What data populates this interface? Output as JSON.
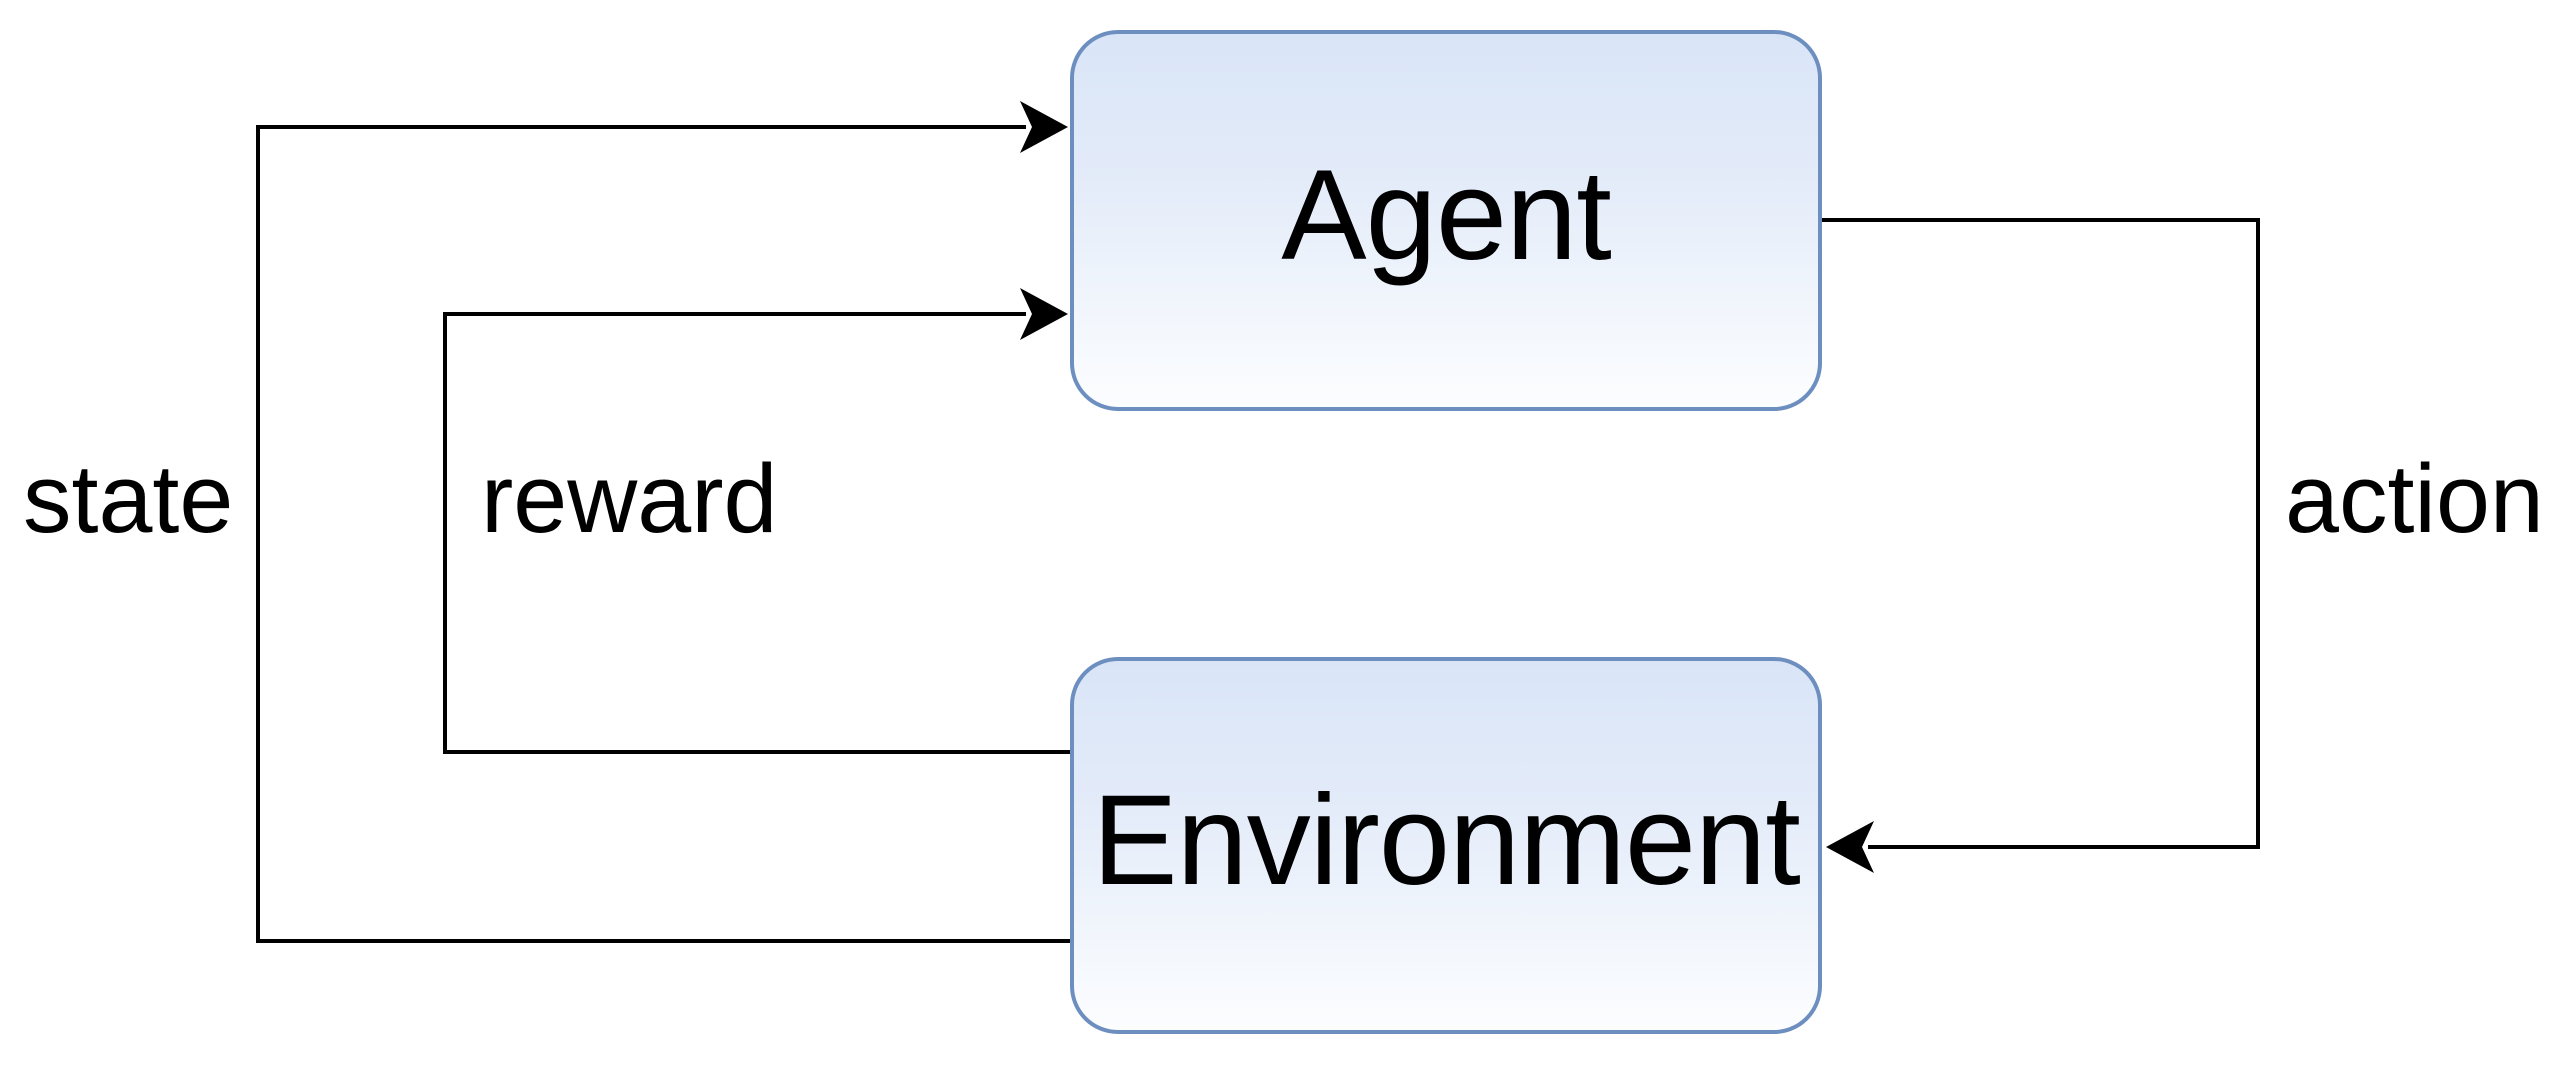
{
  "diagram": {
    "type": "flow-diagram",
    "topic": "agent-environment interaction loop",
    "nodes": {
      "agent": {
        "label": "Agent"
      },
      "environment": {
        "label": "Environment"
      }
    },
    "edges": {
      "state": {
        "label": "state",
        "from": "environment",
        "to": "agent"
      },
      "reward": {
        "label": "reward",
        "from": "environment",
        "to": "agent"
      },
      "action": {
        "label": "action",
        "from": "agent",
        "to": "environment"
      }
    },
    "colors": {
      "node_fill_top": "#d9e5f7",
      "node_fill_bottom": "#fcfdff",
      "node_border": "#6d8fc0",
      "edge_line": "#000000",
      "label_text": "#000000",
      "background": "#ffffff"
    }
  }
}
